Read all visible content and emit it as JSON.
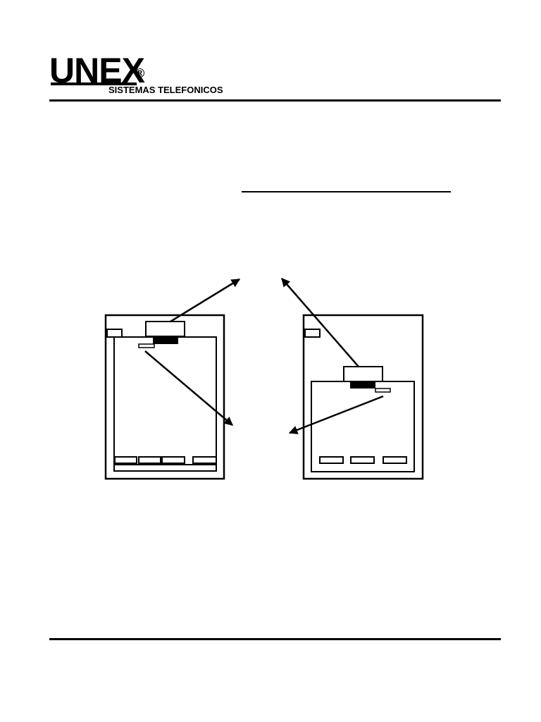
{
  "header": {
    "logo_word": "UNEX",
    "logo_registered": "®",
    "logo_subtitle": "SISTEMAS TELEFONICOS"
  },
  "colors": {
    "ink": "#000000",
    "paper": "#ffffff"
  },
  "figure": {
    "panels": [
      {
        "id": "left",
        "lever": "top"
      },
      {
        "id": "right",
        "lever": "lowered"
      }
    ]
  }
}
